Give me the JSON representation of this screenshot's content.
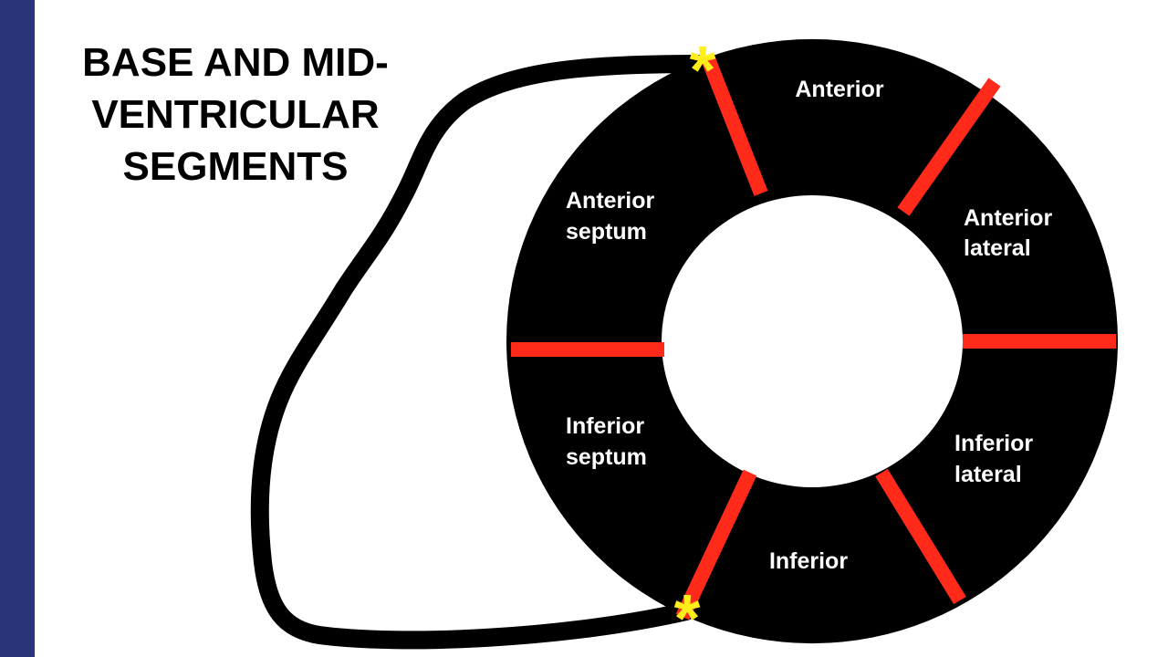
{
  "title": {
    "lines": [
      "BASE AND MID-",
      "VENTRICULAR",
      "SEGMENTS"
    ]
  },
  "segments": {
    "anterior": [
      "Anterior"
    ],
    "anterior_lateral": [
      "Anterior",
      "lateral"
    ],
    "inferior_lateral": [
      "Inferior",
      "lateral"
    ],
    "inferior": [
      "Inferior"
    ],
    "inferior_septum": [
      "Inferior",
      "septum"
    ],
    "anterior_septum": [
      "Anterior",
      "septum"
    ]
  },
  "markers": {
    "top": "*",
    "bottom": "*"
  },
  "colors": {
    "side_bar": "#2a3479",
    "ring": "#000000",
    "divider": "#ff2a1a",
    "marker": "#ffee1a",
    "outline": "#000000",
    "label": "#ffffff"
  }
}
